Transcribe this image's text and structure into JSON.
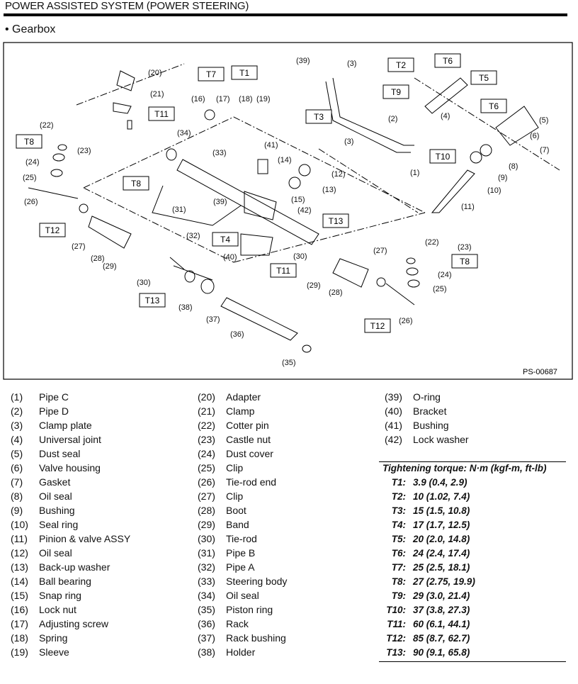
{
  "header": {
    "title": "POWER ASSISTED SYSTEM (POWER STEERING)",
    "section": "• Gearbox"
  },
  "diagram": {
    "figure_id": "PS-00687",
    "callouts": [
      "(39)",
      "(3)",
      "(20)",
      "(16)",
      "(17)",
      "(18)",
      "(19)",
      "(21)",
      "(4)",
      "(5)",
      "(6)",
      "(7)",
      "(8)",
      "(9)",
      "(10)",
      "(11)",
      "(2)",
      "(3)",
      "(1)",
      "(22)",
      "(23)",
      "(24)",
      "(25)",
      "(26)",
      "(34)",
      "(33)",
      "(41)",
      "(14)",
      "(12)",
      "(13)",
      "(15)",
      "(39)",
      "(31)",
      "(42)",
      "(27)",
      "(28)",
      "(29)",
      "(32)",
      "(40)",
      "(30)",
      "(22)",
      "(23)",
      "(24)",
      "(25)",
      "(27)",
      "(29)",
      "(28)",
      "(30)",
      "(38)",
      "(37)",
      "(36)",
      "(26)",
      "(35)"
    ],
    "tags": [
      "T2",
      "T6",
      "T7",
      "T1",
      "T11",
      "T9",
      "T5",
      "T6",
      "T3",
      "T10",
      "T8",
      "T8",
      "T13",
      "T12",
      "T4",
      "T11",
      "T8",
      "T13",
      "T12"
    ]
  },
  "legend": {
    "columns": [
      [
        [
          "(1)",
          "Pipe C"
        ],
        [
          "(2)",
          "Pipe D"
        ],
        [
          "(3)",
          "Clamp plate"
        ],
        [
          "(4)",
          "Universal joint"
        ],
        [
          "(5)",
          "Dust seal"
        ],
        [
          "(6)",
          "Valve housing"
        ],
        [
          "(7)",
          "Gasket"
        ],
        [
          "(8)",
          "Oil seal"
        ],
        [
          "(9)",
          "Bushing"
        ],
        [
          "(10)",
          "Seal ring"
        ],
        [
          "(11)",
          "Pinion & valve ASSY"
        ],
        [
          "(12)",
          "Oil seal"
        ],
        [
          "(13)",
          "Back-up washer"
        ],
        [
          "(14)",
          "Ball bearing"
        ],
        [
          "(15)",
          "Snap ring"
        ],
        [
          "(16)",
          "Lock nut"
        ],
        [
          "(17)",
          "Adjusting screw"
        ],
        [
          "(18)",
          "Spring"
        ],
        [
          "(19)",
          "Sleeve"
        ]
      ],
      [
        [
          "(20)",
          "Adapter"
        ],
        [
          "(21)",
          "Clamp"
        ],
        [
          "(22)",
          "Cotter pin"
        ],
        [
          "(23)",
          "Castle nut"
        ],
        [
          "(24)",
          "Dust cover"
        ],
        [
          "(25)",
          "Clip"
        ],
        [
          "(26)",
          "Tie-rod end"
        ],
        [
          "(27)",
          "Clip"
        ],
        [
          "(28)",
          "Boot"
        ],
        [
          "(29)",
          "Band"
        ],
        [
          "(30)",
          "Tie-rod"
        ],
        [
          "(31)",
          "Pipe B"
        ],
        [
          "(32)",
          "Pipe A"
        ],
        [
          "(33)",
          "Steering body"
        ],
        [
          "(34)",
          "Oil seal"
        ],
        [
          "(35)",
          "Piston ring"
        ],
        [
          "(36)",
          "Rack"
        ],
        [
          "(37)",
          "Rack bushing"
        ],
        [
          "(38)",
          "Holder"
        ]
      ],
      [
        [
          "(39)",
          "O-ring"
        ],
        [
          "(40)",
          "Bracket"
        ],
        [
          "(41)",
          "Bushing"
        ],
        [
          "(42)",
          "Lock washer"
        ]
      ]
    ]
  },
  "torque": {
    "heading": "Tightening torque: N·m (kgf-m, ft-lb)",
    "rows": [
      [
        "T1:",
        "3.9 (0.4, 2.9)"
      ],
      [
        "T2:",
        "10 (1.02, 7.4)"
      ],
      [
        "T3:",
        "15 (1.5, 10.8)"
      ],
      [
        "T4:",
        "17 (1.7, 12.5)"
      ],
      [
        "T5:",
        "20 (2.0, 14.8)"
      ],
      [
        "T6:",
        "24 (2.4, 17.4)"
      ],
      [
        "T7:",
        "25 (2.5, 18.1)"
      ],
      [
        "T8:",
        "27 (2.75, 19.9)"
      ],
      [
        "T9:",
        "29 (3.0, 21.4)"
      ],
      [
        "T10:",
        "37 (3.8, 27.3)"
      ],
      [
        "T11:",
        "60 (6.1, 44.1)"
      ],
      [
        "T12:",
        "85 (8.7, 62.7)"
      ],
      [
        "T13:",
        "90 (9.1, 65.8)"
      ]
    ]
  }
}
